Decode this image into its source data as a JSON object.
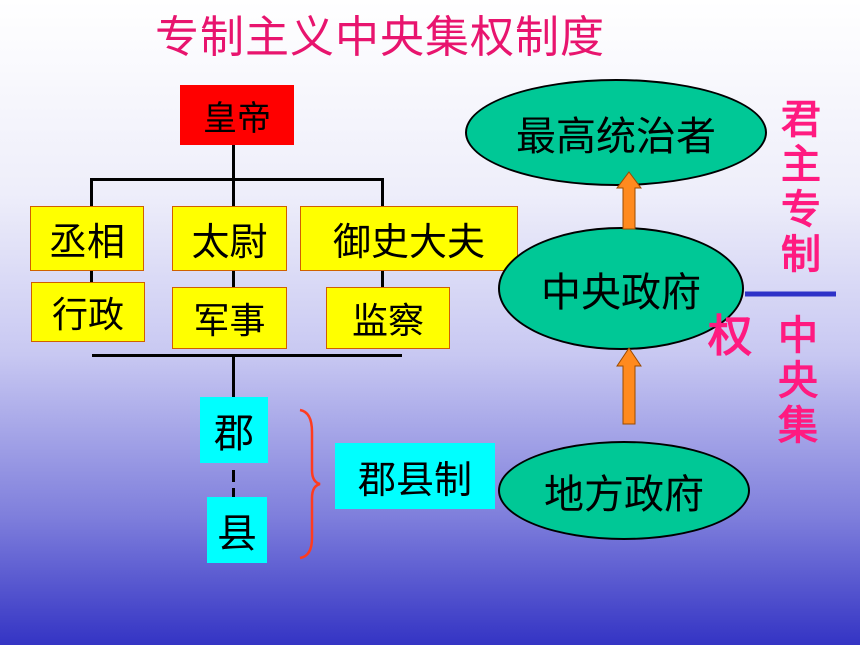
{
  "title": "专制主义中央集权制度",
  "emperor": "皇帝",
  "officials": [
    {
      "name": "丞相",
      "duty": "行政"
    },
    {
      "name": "太尉",
      "duty": "军事"
    },
    {
      "name": "御史大夫",
      "duty": "监察"
    }
  ],
  "local": {
    "commandery": "郡",
    "county": "县",
    "system": "郡县制"
  },
  "flow": {
    "top": "最高统治者",
    "middle": "中央政府",
    "bottom": "地方政府"
  },
  "side": {
    "upper": "君主专制",
    "left_char": "权",
    "lower": "中央集"
  },
  "colors": {
    "title": "#e8146e",
    "accent": "#ff1a80",
    "emperor_box": "#ff0000",
    "official_box": "#ffff00",
    "local_box": "#00ffff",
    "ellipse": "#00c896",
    "arrow": "#ff8a1e",
    "divider": "#2e32c8",
    "brace": "#ff3b1f"
  }
}
